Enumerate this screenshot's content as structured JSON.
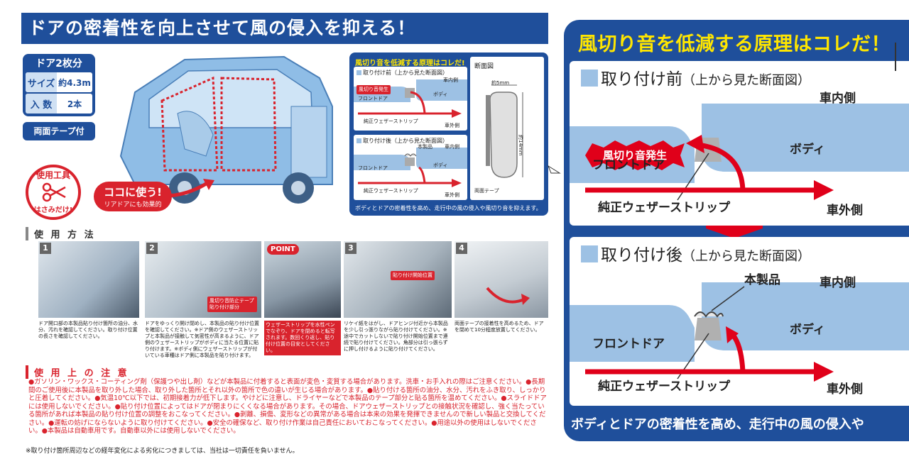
{
  "doc": {
    "title": "ドアの密着性を向上させて風の侵入を抑える！",
    "spec": {
      "header": "ドア2枚分",
      "size_label": "サイズ",
      "size_value": "約4.3m",
      "qty_label": "入 数",
      "qty_value": "2本",
      "tape_badge": "両面テープ付"
    },
    "tool": {
      "top": "使用工具",
      "bottom": "はさみだけ!"
    },
    "use_here": {
      "main": "ココに使う!",
      "sub": "リアドアにも効果的"
    },
    "principle": {
      "title": "風切り音を低減する原理はコレだ!",
      "before_heading": "取り付け前（上から見た断面図）",
      "after_heading": "取り付け後（上から見た断面図）",
      "inside": "車内側",
      "outside": "車外側",
      "front_door": "フロントドア",
      "body": "ボディ",
      "weatherstrip": "純正ウェザーストリップ",
      "noise": "風切り音発生",
      "product": "本製品",
      "section_title": "断面図",
      "width_dim": "約5mm",
      "height_dim": "約14mm",
      "tape": "両面テープ",
      "footer": "ボディとドアの密着性を高め、走行中の風の侵入や風切り音を抑えます。"
    },
    "how_to_use": "使 用 方 法",
    "steps": [
      {
        "num": "1",
        "text": "ドア開口部の本製品貼り付け箇所の油分、水分、汚れを確認してください。取り付け位置の長さを確認してください。"
      },
      {
        "num": "2",
        "text": "ドアをゆっくり開け閉めし、本製品の貼り付け位置を確認してください。※ドア側のウェザーストリップと本製品が接触して気密性が高まるように、ドア側のウェザーストリップがボディに当たる位置に貼り付けます。※ボディ側にウェザーストリップが付いている車種はドア側に本製品を貼り付けます。",
        "label": "風切り音防止テープ貼り付け部分"
      },
      {
        "num": "POINT",
        "text": "ウェザーストリップを水性ペンでなぞり、ドアを閉めると転写されます。数回くり返し、貼り付け位置の目安としてください。"
      },
      {
        "num": "3",
        "text": "リケイ紙をはがし、ドアヒンジ付近から本製品を少し引っ張りながら貼り付けてください。※途中でカットしないで貼り付け開始位置まで連続で貼り付けてください。角部分は引っ張らずに押し付けるように貼り付けてください。",
        "label": "貼り付け開始位置"
      },
      {
        "num": "4",
        "text": "両面テープの接着性を高めるため、ドアを閉めて10分程度放置してください。"
      }
    ],
    "caution_title": "使 用 上 の 注 意",
    "caution_text": "●ガソリン・ワックス・コーティング剤（保護つや出し剤）などが本製品に付着すると表面が変色・変質する場合があります。洗車・お手入れの際はご注意ください。●長期間のご使用後に本製品を取り外した場合、取り外した箇所とそれ以外の箇所で色の違いが生じる場合があります。●貼り付ける箇所の油分、水分、汚れをふき取り、しっかりと圧着してください。●気温10℃以下では、初期接着力が低下します。やけどに注意し、ドライヤーなどで本製品のテープ部分と貼る箇所を温めてください。●スライドドアには使用しないでください。●貼り付け位置によってはドアが閉まりにくくなる場合があります。その場合、ドアウェザーストリップとの接触状況を確認し、強く当たっている箇所があれば本製品の貼り付け位置の調整をおこなってください。●剥離、損傷、変形などの異常がある場合は本来の効果を発揮できませんので新しい製品と交換してください。●運転の妨げにならないように取り付けてください。●安全の確保など、取り付け作業は自己責任においておこなってください。●用途以外の使用はしないでください。●本製品は自動車用です。自動車以外には使用しないでください。",
    "bottom_note": "※取り付け箇所周辺などの経年変化による劣化につきましては、当社は一切責任を負いません。"
  },
  "zoom": {
    "title": "風切り音を低減する原理はコレだ！",
    "before_heading": "取り付け前",
    "before_sub": "（上から見た断面図）",
    "after_heading": "取り付け後",
    "after_sub": "（上から見た断面図）",
    "inside": "車内側",
    "outside": "車外側",
    "front_door": "フロントドア",
    "body": "ボディ",
    "weatherstrip": "純正ウェザーストリップ",
    "noise": "風切り音発生",
    "product": "本製品",
    "footer": "ボディとドアの密着性を高め、走行中の風の侵入や"
  },
  "colors": {
    "brand_blue": "#1f4f9b",
    "accent_red": "#d9232d",
    "highlight_yellow": "#ffe600",
    "light_blue": "#9dc1e4"
  }
}
